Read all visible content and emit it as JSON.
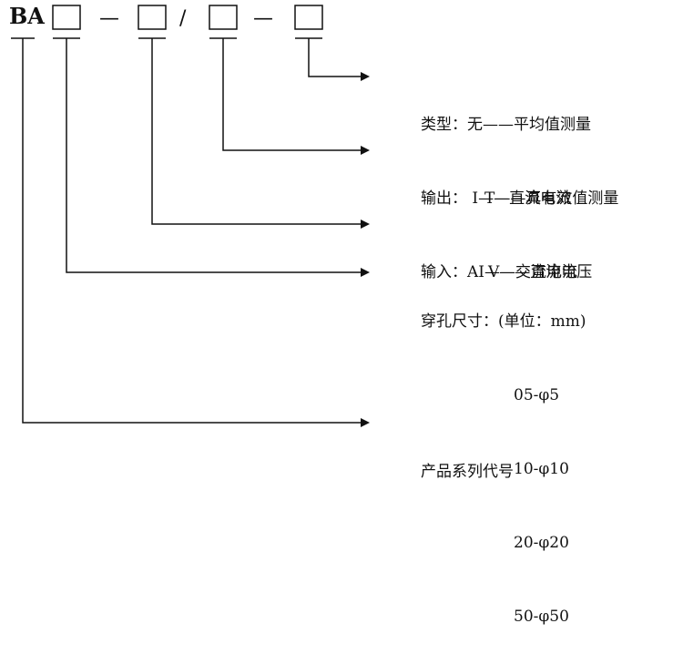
{
  "model_code": {
    "prefix": "BA",
    "separators": [
      "—",
      "/",
      "—"
    ]
  },
  "descriptions": {
    "type": [
      "类型：无——平均值测量",
      "T——真有效值测量"
    ],
    "output": [
      "输出： I——直流电流",
      "V——直流电压"
    ],
    "input": [
      "输入：AI——交流电流"
    ],
    "aperture": [
      "穿孔尺寸：(单位：mm)",
      "05-φ5",
      "10-φ10",
      "20-φ20",
      "50-φ50"
    ],
    "series": [
      "产品系列代号"
    ]
  }
}
